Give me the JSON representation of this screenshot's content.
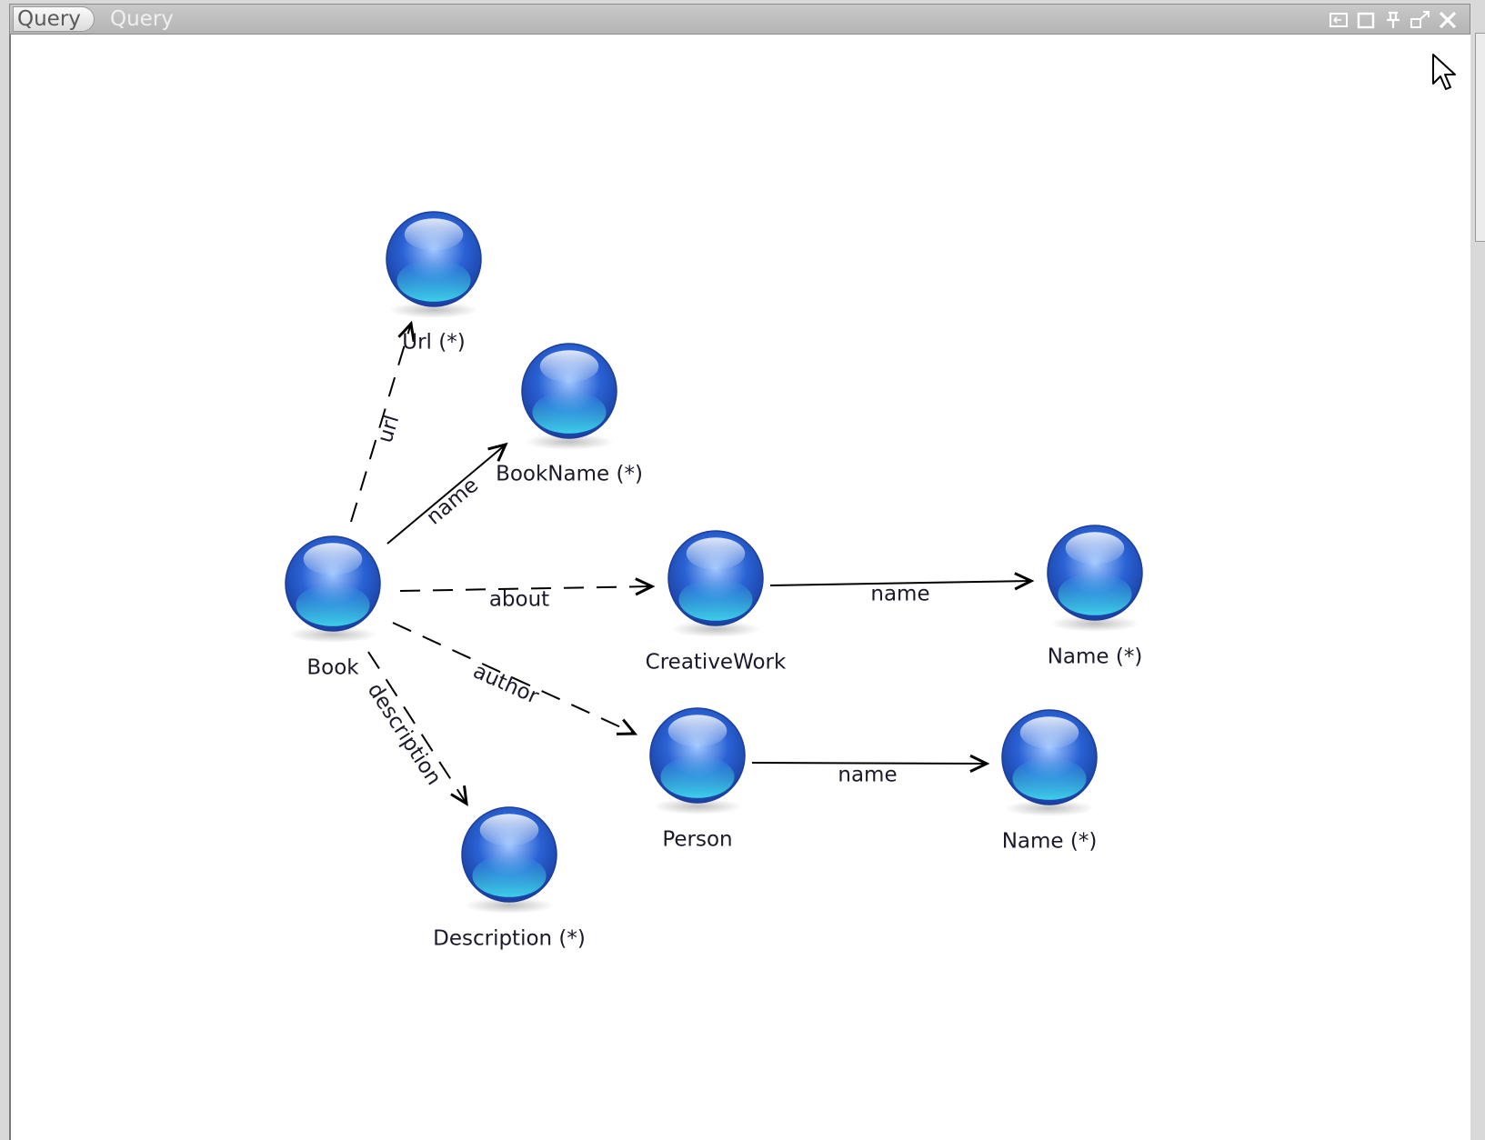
{
  "window": {
    "active_tab": "Query",
    "inactive_tab": "Query",
    "controls": [
      "restore-icon",
      "maximize-icon",
      "pin-icon",
      "undock-icon",
      "close-icon"
    ]
  },
  "colors": {
    "node_top": "#9fc7ff",
    "node_mid": "#2a62d4",
    "node_bottom": "#3fd6ee",
    "edge": "#000000",
    "label": "#1a1a2a"
  },
  "graph": {
    "nodes": [
      {
        "id": "book",
        "label": "Book"
      },
      {
        "id": "url",
        "label": "Url (*)"
      },
      {
        "id": "bookname",
        "label": "BookName (*)"
      },
      {
        "id": "creativework",
        "label": "CreativeWork"
      },
      {
        "id": "cw-name",
        "label": "Name (*)"
      },
      {
        "id": "person",
        "label": "Person"
      },
      {
        "id": "person-name",
        "label": "Name (*)"
      },
      {
        "id": "description",
        "label": "Description (*)"
      }
    ],
    "edges": [
      {
        "from": "book",
        "to": "url",
        "label": "url",
        "style": "dashed"
      },
      {
        "from": "book",
        "to": "bookname",
        "label": "name",
        "style": "solid"
      },
      {
        "from": "book",
        "to": "creativework",
        "label": "about",
        "style": "dashed"
      },
      {
        "from": "book",
        "to": "person",
        "label": "author",
        "style": "dashed"
      },
      {
        "from": "book",
        "to": "description",
        "label": "description",
        "style": "dashed"
      },
      {
        "from": "creativework",
        "to": "cw-name",
        "label": "name",
        "style": "solid"
      },
      {
        "from": "person",
        "to": "person-name",
        "label": "name",
        "style": "solid"
      }
    ]
  }
}
